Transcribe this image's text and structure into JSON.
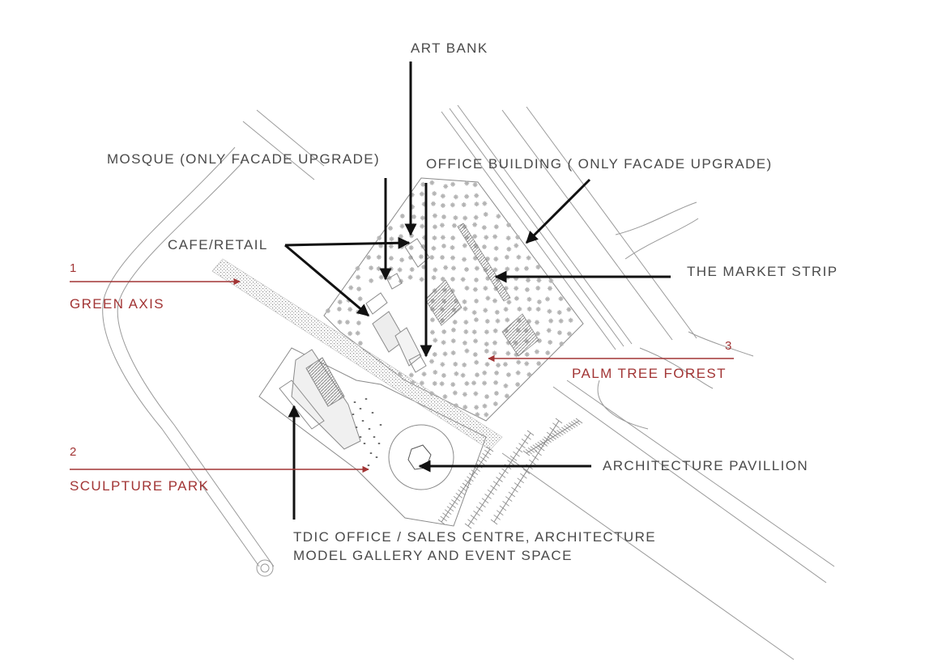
{
  "labels": {
    "art_bank": "ART BANK",
    "mosque": "MOSQUE (ONLY FACADE UPGRADE)",
    "office_building": "OFFICE BUILDING ( ONLY FACADE UPGRADE)",
    "cafe_retail": "CAFE/RETAIL",
    "market_strip": "THE MARKET STRIP",
    "architecture_pavillion": "ARCHITECTURE PAVILLION",
    "tdic_line1": "TDIC OFFICE / SALES CENTRE, ARCHITECTURE",
    "tdic_line2": "MODEL GALLERY AND EVENT SPACE"
  },
  "zones": [
    {
      "number": "1",
      "name": "GREEN AXIS"
    },
    {
      "number": "2",
      "name": "SCULPTURE PARK"
    },
    {
      "number": "3",
      "name": "PALM TREE FOREST"
    }
  ],
  "colors": {
    "label_text": "#4a4a4a",
    "zone_red": "#a23535",
    "arrow": "#111111",
    "linework": "#9a9a9a"
  }
}
